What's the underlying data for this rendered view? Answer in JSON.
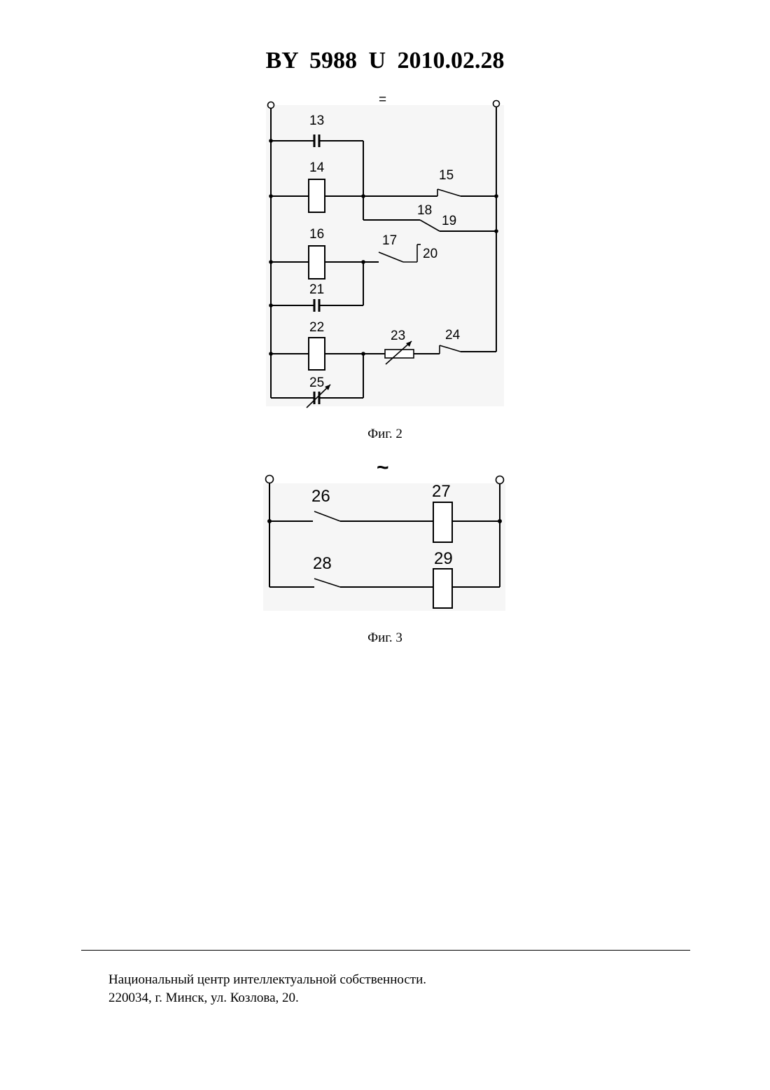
{
  "header": {
    "title": "BY  5988  U  2010.02.28"
  },
  "figure2": {
    "symbol": "=",
    "labels": {
      "c13": "13",
      "k14": "14",
      "s15": "15",
      "k16": "16",
      "s17": "17",
      "s18": "18",
      "s19": "19",
      "s20": "20",
      "c21": "21",
      "k22": "22",
      "r23": "23",
      "s24": "24",
      "c25": "25"
    },
    "caption": "Фиг. 2"
  },
  "figure3": {
    "symbol": "~",
    "labels": {
      "s26": "26",
      "k27": "27",
      "s28": "28",
      "k29": "29"
    },
    "caption": "Фиг. 3"
  },
  "footer": {
    "line1": "Национальный центр интеллектуальной собственности.",
    "line2": "220034, г. Минск, ул. Козлова, 20."
  }
}
